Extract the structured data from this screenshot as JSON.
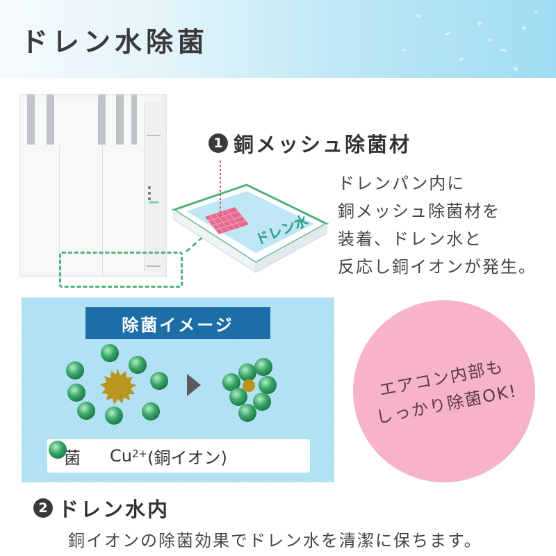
{
  "header": {
    "title": "ドレン水除菌"
  },
  "section1": {
    "number": "1",
    "title": "銅メッシュ除菌材",
    "description_lines": [
      "ドレンパン内に",
      "銅メッシュ除菌材を",
      "装着、ドレン水と",
      "反応し銅イオンが発生。"
    ],
    "tray_label": "ドレン水"
  },
  "image_box": {
    "banner": "除菌イメージ",
    "legend_bacteria": "菌",
    "legend_ion_prefix": "Cu",
    "legend_ion_superscript": "2+",
    "legend_ion_suffix": "(銅イオン)"
  },
  "bubble": {
    "lines": [
      "エアコン内部も",
      "しっかり除菌OK!"
    ]
  },
  "section2": {
    "number": "2",
    "title": "ドレン水内",
    "description": "銅イオンの除菌効果でドレン水を清潔に保ちます。"
  },
  "colors": {
    "accent_green": "#4fb27c",
    "ion_green": "#3aa86a",
    "bacteria_gold": "#b8961e",
    "banner_blue": "#1d6ea6",
    "pink": "#f7b2cc"
  },
  "icons": [
    "arrow-right-icon",
    "bacteria-icon",
    "copper-ion-icon"
  ]
}
